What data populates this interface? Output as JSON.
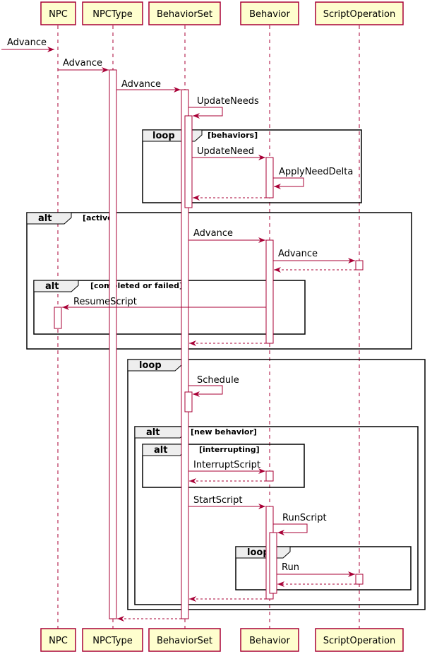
{
  "participants": {
    "npc": "NPC",
    "npctype": "NPCType",
    "behaviorset": "BehaviorSet",
    "behavior": "Behavior",
    "scriptoperation": "ScriptOperation"
  },
  "messages": {
    "m1": "Advance",
    "m2": "Advance",
    "m3": "Advance",
    "m4": "UpdateNeeds",
    "m5": "UpdateNeed",
    "m6": "ApplyNeedDelta",
    "m7": "Advance",
    "m8": "Advance",
    "m9": "ResumeScript",
    "m10": "Schedule",
    "m11": "InterruptScript",
    "m12": "StartScript",
    "m13": "RunScript",
    "m14": "Run"
  },
  "frames": {
    "loop_behaviors": {
      "keyword": "loop",
      "guard": "[behaviors]"
    },
    "alt_active": {
      "keyword": "alt",
      "guard": "[active]"
    },
    "alt_completed": {
      "keyword": "alt",
      "guard": "[completed or failed]"
    },
    "loop_schedule": {
      "keyword": "loop",
      "guard": ""
    },
    "alt_new_behavior": {
      "keyword": "alt",
      "guard": "[new behavior]"
    },
    "alt_interrupting": {
      "keyword": "alt",
      "guard": "[interrupting]"
    },
    "loop_run": {
      "keyword": "loop",
      "guard": ""
    }
  },
  "colors": {
    "participant_fill": "#FEFECE",
    "participant_border": "#A80036",
    "lifeline": "#A80036",
    "arrow": "#A80036",
    "frame_border": "#000000",
    "frame_header": "#EEEEEE",
    "background": "#FFFFFF"
  }
}
